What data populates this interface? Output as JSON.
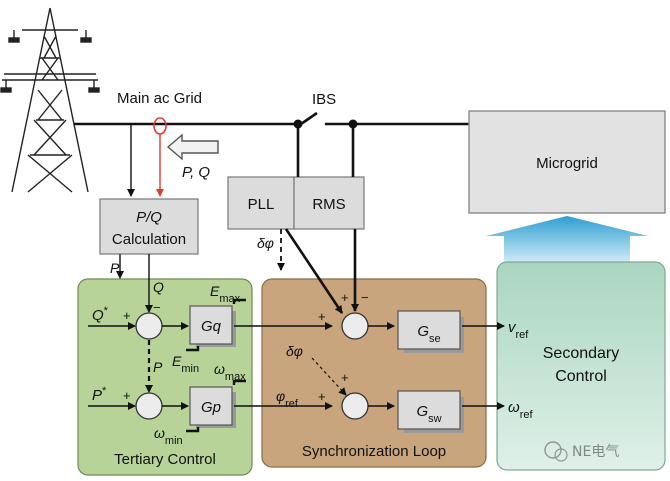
{
  "grid": {
    "label": "Main ac Grid",
    "switch_label": "IBS",
    "pq_arrow_label": "P, Q"
  },
  "microgrid": {
    "label": "Microgrid"
  },
  "pll": {
    "label": "PLL"
  },
  "rms": {
    "label": "RMS"
  },
  "pq_calc": {
    "line1": "P/Q",
    "line2": "Calculation"
  },
  "tertiary": {
    "title": "Tertiary Control",
    "p_label": "P",
    "q_label": "Q",
    "q_star": "Q*",
    "p_star": "P*",
    "plus": "+",
    "minus": "−",
    "gq": "Gq",
    "gp": "Gp",
    "e_max": "Emax",
    "e_min": "Emin",
    "w_max": "ωmax",
    "w_min": "ωmin",
    "p_mid": "P"
  },
  "sync": {
    "title": "Synchronization Loop",
    "delta_phi": "δφ",
    "phi_ref": "φref",
    "g_se": "Gse",
    "g_sw": "Gsw"
  },
  "secondary": {
    "line1": "Secondary",
    "line2": "Control"
  },
  "outputs": {
    "v_ref": "vref",
    "w_ref": "ωref"
  },
  "watermark": {
    "text": "NE电气"
  },
  "colors": {
    "tertiary_fill": "#b7d397",
    "sync_fill": "#c8a57c",
    "secondary_fill": "#b0d8c4",
    "block_fill": "#d8d8d8",
    "arrow_red": "#e23b2e",
    "up_arrow": "#39a6d6"
  }
}
